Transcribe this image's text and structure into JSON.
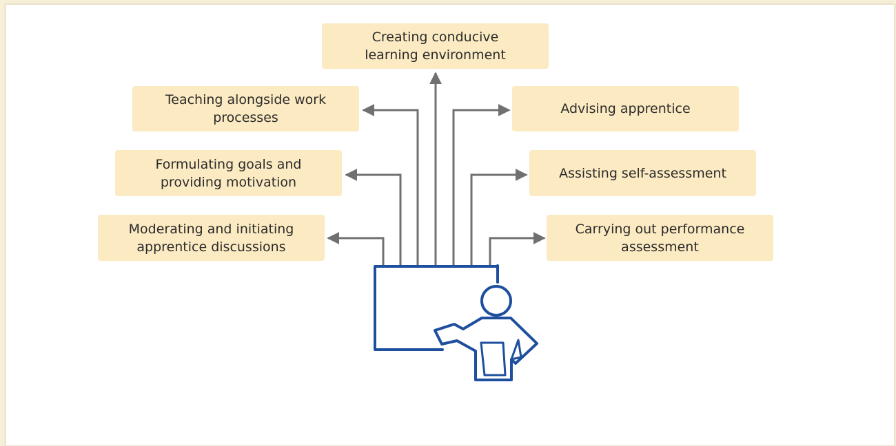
{
  "roles": {
    "top": "Creating conducive\nlearning environment",
    "left_1": "Teaching alongside work\nprocesses",
    "left_2": "Formulating goals and\nproviding motivation",
    "left_3": "Moderating and initiating\napprentice discussions",
    "right_1": "Advising apprentice",
    "right_2": "Assisting self-assessment",
    "right_3": "Carrying out performance\nassessment"
  },
  "icons": {
    "central": "trainer-at-board-icon"
  },
  "colors": {
    "box_fill": "#fbeac2",
    "arrow": "#707070",
    "icon_stroke": "#1e4f9e",
    "frame": "#f7f0d9"
  }
}
